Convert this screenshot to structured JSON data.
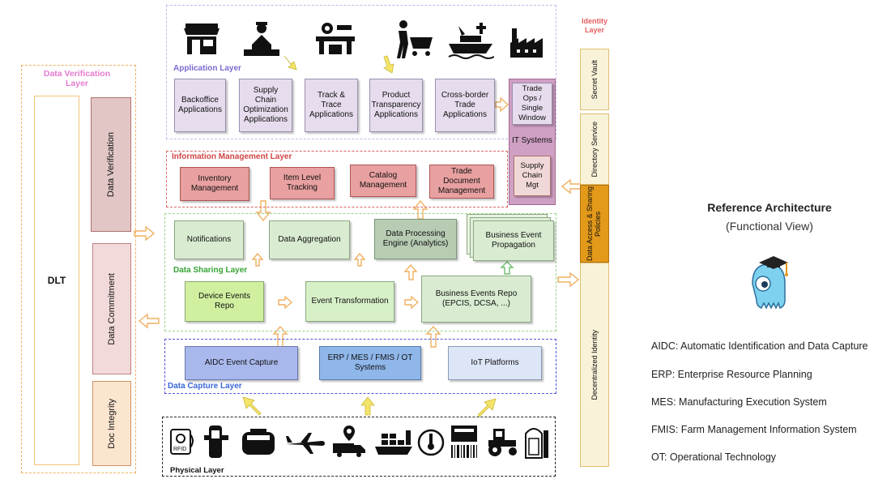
{
  "colors": {
    "app": "#e6dced",
    "info": "#e8a0a0",
    "share": "#d9ecd1",
    "capture": "#a9b8ec",
    "verify": "#e7c9c9",
    "identity": "#f8f2d8",
    "identity_accent": "#e39a1a",
    "itsys": "#cfa0c4"
  },
  "identity_layer": {
    "title_line1": "Identity",
    "title_line2": "Layer",
    "items": [
      "Secret Vault",
      "Directory Service",
      "Data Access & Sharing Policies",
      "Decentralized Identity"
    ]
  },
  "verification_layer": {
    "title_line1": "Data Verification",
    "title_line2": "Layer",
    "dlt": "DLT",
    "items": [
      "Data Verification",
      "Data Commitment",
      "Doc Integrity"
    ]
  },
  "application_layer": {
    "title": "Application Layer",
    "boxes": [
      "Backoffice Applications",
      "Supply Chain Optimization Applications",
      "Track & Trace Applications",
      "Product Transparency Applications",
      "Cross-border Trade Applications",
      "Trade Ops / Single Window"
    ],
    "top_icons": [
      "store-icon",
      "customs-officer-icon",
      "factory-machine-icon",
      "shopper-icon",
      "cargo-ship-icon",
      "factory-icon"
    ]
  },
  "it_systems": {
    "label": "IT Systems",
    "supply_chain_mgt": "Supply Chain Mgt"
  },
  "information_layer": {
    "title": "Information Management Layer",
    "boxes": [
      "Inventory Management",
      "Item Level Tracking",
      "Catalog Management",
      "Trade Document Management"
    ]
  },
  "sharing_layer": {
    "title": "Data Sharing Layer",
    "boxes": [
      "Notifications",
      "Data Aggregation",
      "Data Processing Engine (Analytics)",
      "Business Event Propagation",
      "Device Events Repo",
      "Event Transformation",
      "Business Events Repo (EPCIS, DCSA, ...)"
    ]
  },
  "capture_layer": {
    "title": "Data Capture Layer",
    "boxes": [
      "AIDC Event Capture",
      "ERP / MES / FMIS / OT Systems",
      "IoT Platforms"
    ]
  },
  "physical_layer": {
    "title": "Physical Layer",
    "icons": [
      "rfid-reader-icon",
      "handheld-scanner-icon",
      "label-printer-icon",
      "airplane-icon",
      "delivery-truck-icon",
      "container-ship-icon",
      "thermometer-icon",
      "barcode-icon",
      "tractor-icon",
      "silo-icon"
    ],
    "rfid_text": "RFID"
  },
  "reference": {
    "title": "Reference Architecture",
    "subtitle": "(Functional View)"
  },
  "legend": [
    "AIDC: Automatic Identification and Data Capture",
    "ERP: Enterprise Resource Planning",
    "MES: Manufacturing Execution System",
    "FMIS: Farm Management Information System",
    "OT: Operational Technology"
  ]
}
